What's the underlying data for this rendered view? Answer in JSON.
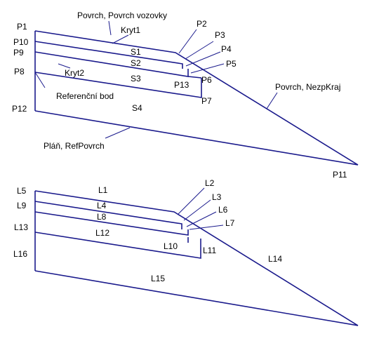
{
  "colors": {
    "line": "#1a1a8c",
    "text": "#000000",
    "background": "#ffffff"
  },
  "top_diagram": {
    "points": [
      "P1",
      "P10",
      "P9",
      "P8",
      "P12",
      "P2",
      "P3",
      "P4",
      "P5",
      "P6",
      "P7",
      "P13",
      "P11"
    ],
    "surfaces": [
      "S1",
      "S2",
      "S3",
      "S4"
    ],
    "notes": {
      "povrch": "Povrch, Povrch vozovky",
      "kryt1": "Kryt1",
      "kryt2": "Kryt2",
      "ref_bod": "Referenční bod",
      "plan": "Pláň, RefPovrch",
      "nezp": "Povrch, NezpKraj"
    }
  },
  "bottom_diagram": {
    "lines": [
      "L5",
      "L9",
      "L13",
      "L16",
      "L1",
      "L4",
      "L8",
      "L12",
      "L15",
      "L2",
      "L3",
      "L6",
      "L7",
      "L10",
      "L11",
      "L14"
    ]
  }
}
